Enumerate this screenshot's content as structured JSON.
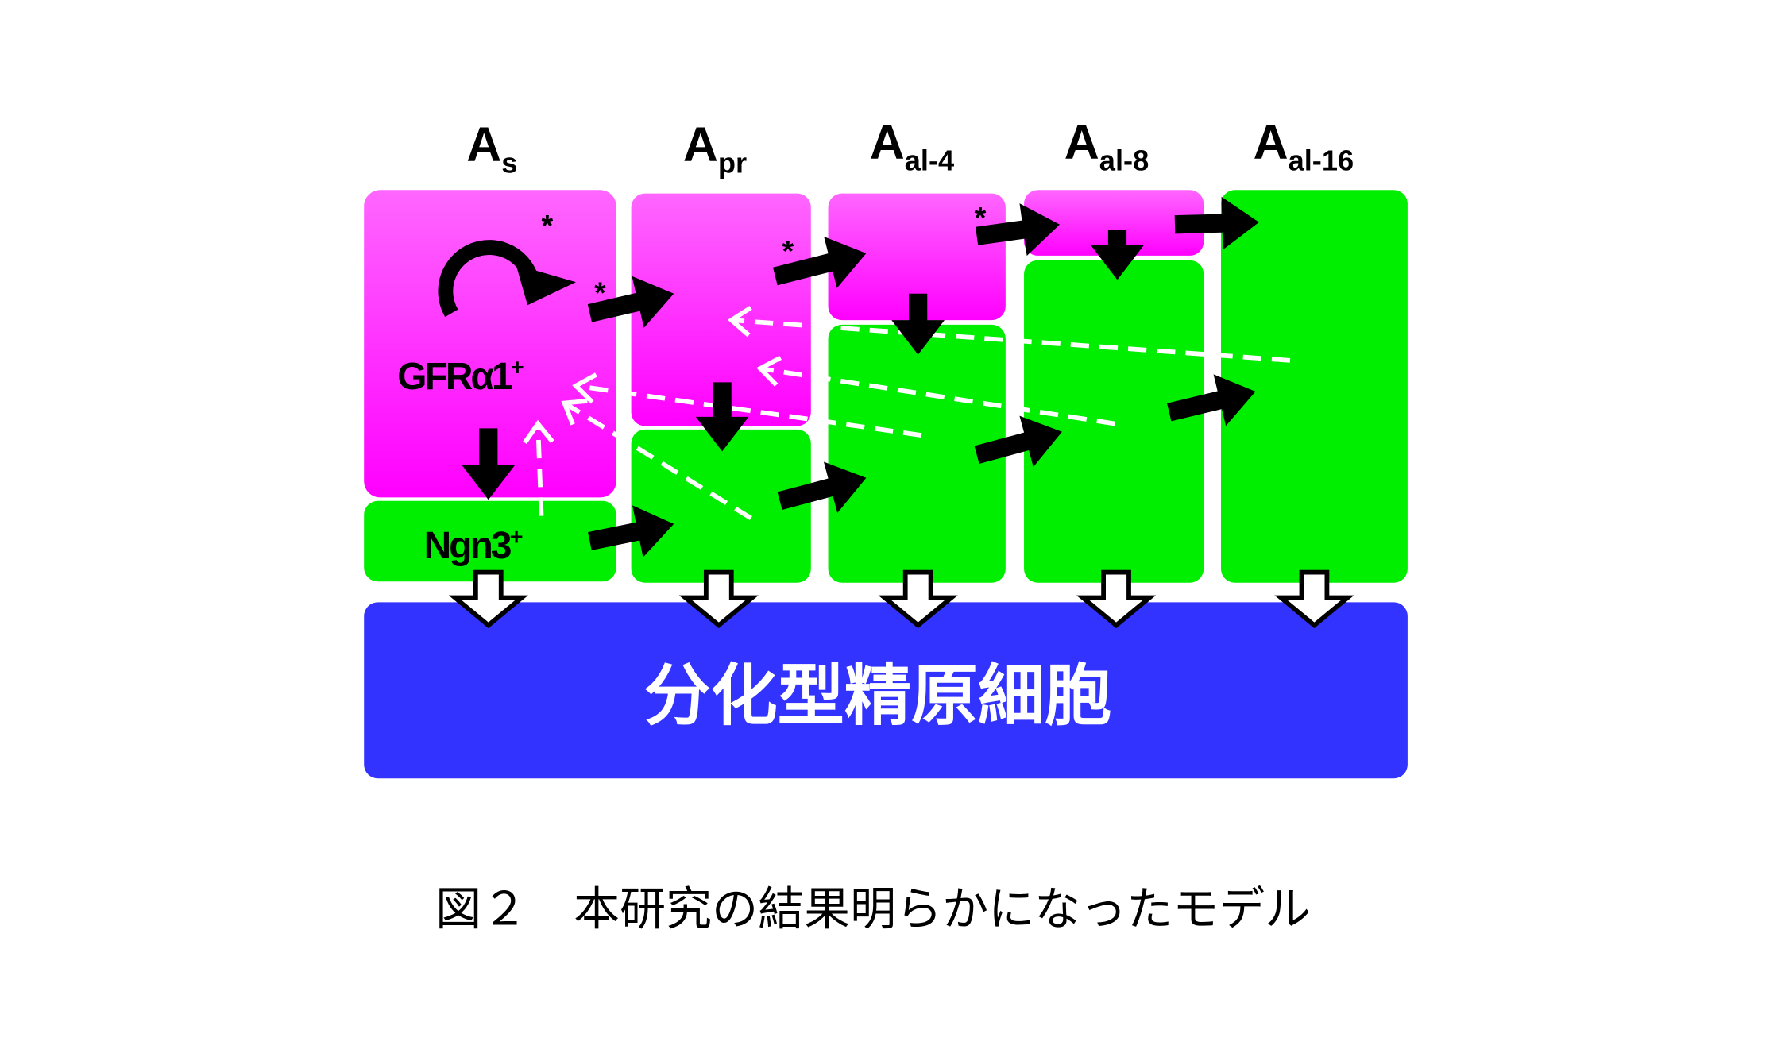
{
  "columns": [
    {
      "main": "A",
      "sub": "s"
    },
    {
      "main": "A",
      "sub": "pr"
    },
    {
      "main": "A",
      "sub": "al-4"
    },
    {
      "main": "A",
      "sub": "al-8"
    },
    {
      "main": "A",
      "sub": "al-16"
    }
  ],
  "labels": {
    "gfra1": "GFRα1",
    "gfra1_sup": "+",
    "ngn3": "Ngn3",
    "ngn3_sup": "+",
    "asterisk": "*"
  },
  "differentiated": "分化型精原細胞",
  "caption": "図２　本研究の結果明らかになったモデル",
  "colors": {
    "gfra1_top": "#ff66ff",
    "gfra1_bottom": "#ff00ff",
    "ngn3": "#00ee00",
    "differentiated": "#3333ff"
  }
}
